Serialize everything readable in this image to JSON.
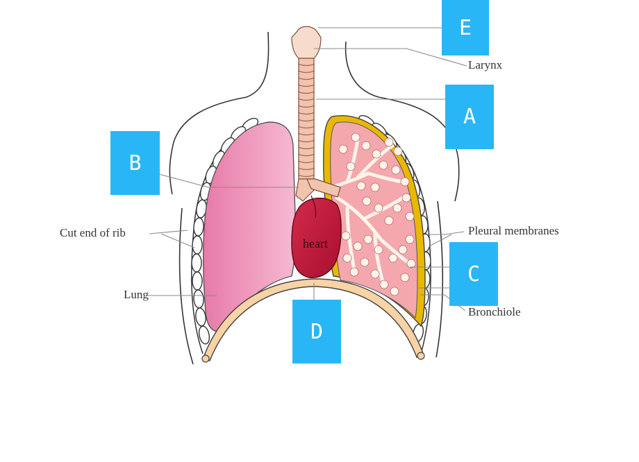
{
  "labels": {
    "larynx": "Larynx",
    "cut_end_of_rib": "Cut end of rib",
    "lung": "Lung",
    "pleural_membranes": "Pleural membranes",
    "bronchiole": "Bronchiole",
    "heart": "heart"
  },
  "answer_boxes": {
    "a": "A",
    "b": "B",
    "c": "C",
    "d": "D",
    "e": "E"
  },
  "colors": {
    "box_fill": "#29b6f6",
    "lung_left": "#ef8fb8",
    "lung_right": "#f4a7ad",
    "pleura": "#e9b800",
    "heart": "#c0183a",
    "diaphragm": "#f7d3a6",
    "trachea": "#f1c4ad"
  }
}
